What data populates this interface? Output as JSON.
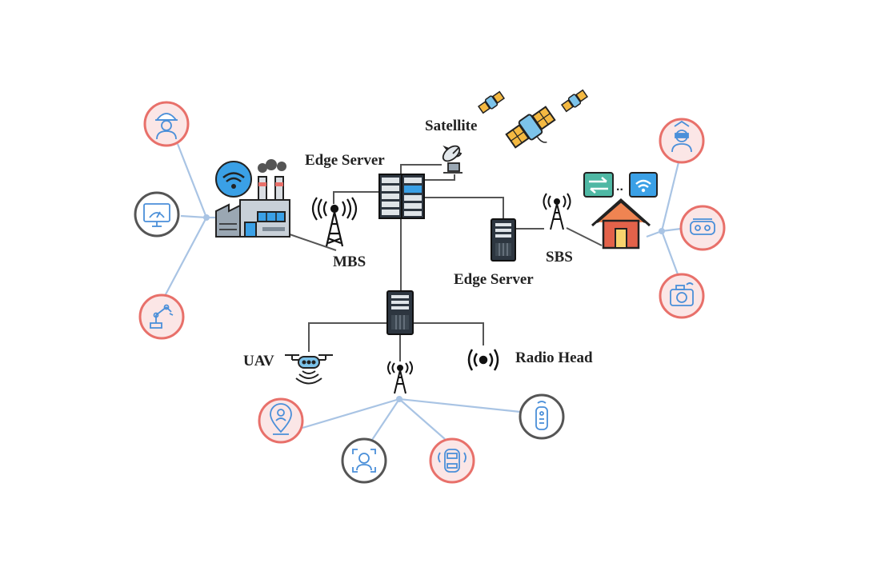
{
  "labels": {
    "satellite": "Satellite",
    "edge_server_main": "Edge Server",
    "edge_server_sbs": "Edge Server",
    "mbs": "MBS",
    "sbs": "SBS",
    "uav": "UAV",
    "radio_head": "Radio Head"
  },
  "colors": {
    "wire": "#555555",
    "link": "#a9c4e4",
    "ring_pink": "#e8706a",
    "ring_dark": "#555555",
    "disc_fill": "#fbe6e6",
    "icon_blue": "#4a8fd9",
    "house_roof": "#ef8452",
    "house_wall": "#e3624a",
    "factory_gray": "#9aa7b3",
    "wifi_blue": "#3aa0e6",
    "server_dark": "#2d3640",
    "sat_panel": "#f4b942",
    "sat_body": "#7cc3ea"
  },
  "icons": {
    "factory": "factory-wifi-icon",
    "satellites": "satellite-icon",
    "dish": "satellite-dish-icon",
    "rack": "server-rack-icon",
    "tower": "cell-tower-icon",
    "house": "smart-home-icon",
    "drone": "drone-icon",
    "radio": "radio-head-icon",
    "worker": "worker-icon",
    "monitor": "dashboard-monitor-icon",
    "robot": "robot-arm-icon",
    "vr_person": "vr-person-icon",
    "vr_headset": "vr-headset-icon",
    "camera": "smart-camera-icon",
    "location": "location-user-icon",
    "face_scan": "face-scan-icon",
    "car": "autonomous-car-icon",
    "remote": "remote-control-icon"
  }
}
